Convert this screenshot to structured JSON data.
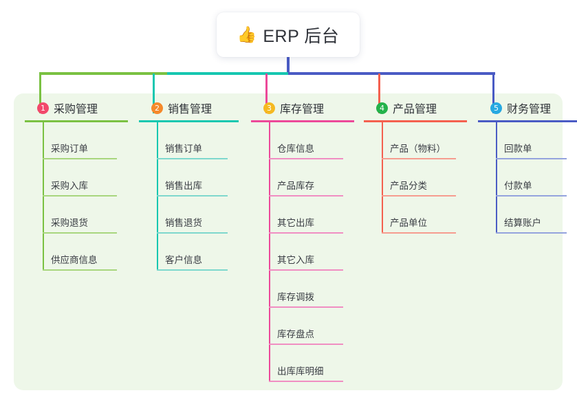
{
  "root": {
    "icon": "thumbs-up-icon",
    "icon_glyph": "👍",
    "title": "ERP 后台"
  },
  "theme": {
    "page_background": "#ffffff",
    "panel_background": "#eef7e9",
    "card_background": "#ffffff",
    "title_text": "#30333a",
    "item_text": "#3a3d44",
    "stem_color": "#4a5bc4",
    "bus_left": "#7ac142",
    "bus_mid": "#16c7b0",
    "bus_right": "#4a5bc4"
  },
  "columns": [
    {
      "number": "1",
      "title": "采购管理",
      "badge_color": "#f2486b",
      "line_color": "#7ac142",
      "leaf_line_color": "#a8d67e",
      "items": [
        {
          "label": "采购订单"
        },
        {
          "label": "采购入库"
        },
        {
          "label": "采购退货"
        },
        {
          "label": "供应商信息"
        }
      ]
    },
    {
      "number": "2",
      "title": "销售管理",
      "badge_color": "#f5892b",
      "line_color": "#16c7b0",
      "leaf_line_color": "#7ed8cd",
      "items": [
        {
          "label": "销售订单"
        },
        {
          "label": "销售出库"
        },
        {
          "label": "销售退货"
        },
        {
          "label": "客户信息"
        }
      ]
    },
    {
      "number": "3",
      "title": "库存管理",
      "badge_color": "#f5b921",
      "line_color": "#ec4899",
      "leaf_line_color": "#f08ec2",
      "items": [
        {
          "label": "仓库信息"
        },
        {
          "label": "产品库存"
        },
        {
          "label": "其它出库"
        },
        {
          "label": "其它入库"
        },
        {
          "label": "库存调拨"
        },
        {
          "label": "库存盘点"
        },
        {
          "label": "出库库明细"
        }
      ]
    },
    {
      "number": "4",
      "title": "产品管理",
      "badge_color": "#23b24b",
      "line_color": "#f4604f",
      "leaf_line_color": "#f69c8f",
      "items": [
        {
          "label": "产品（物料）"
        },
        {
          "label": "产品分类"
        },
        {
          "label": "产品单位"
        }
      ]
    },
    {
      "number": "5",
      "title": "财务管理",
      "badge_color": "#27a9e1",
      "line_color": "#4a5bc4",
      "leaf_line_color": "#94a3dd",
      "items": [
        {
          "label": "回款单"
        },
        {
          "label": "付款单"
        },
        {
          "label": "结算账户"
        }
      ]
    }
  ]
}
